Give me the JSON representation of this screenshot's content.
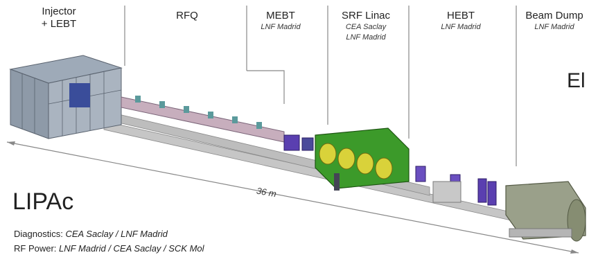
{
  "sections": [
    {
      "title_line1": "Injector",
      "title_line2": "+ LEBT",
      "sub1": "",
      "sub2": ""
    },
    {
      "title_line1": "RFQ",
      "title_line2": "",
      "sub1": "",
      "sub2": ""
    },
    {
      "title_line1": "MEBT",
      "title_line2": "",
      "sub1": "LNF Madrid",
      "sub2": ""
    },
    {
      "title_line1": "SRF Linac",
      "title_line2": "",
      "sub1": "CEA Saclay",
      "sub2": "LNF Madrid"
    },
    {
      "title_line1": "HEBT",
      "title_line2": "",
      "sub1": "LNF Madrid",
      "sub2": ""
    },
    {
      "title_line1": "Beam Dump",
      "title_line2": "",
      "sub1": "LNF Madrid",
      "sub2": ""
    }
  ],
  "length_label": "36 m",
  "facility_name": "LIPAc",
  "diagnostics": {
    "label": "Diagnostics:",
    "value": "CEA Saclay / LNF Madrid"
  },
  "rf_power": {
    "label": "RF Power:",
    "value": "LNF Madrid / CEA Saclay / SCK Mol"
  },
  "edge_text": "El",
  "colors": {
    "frame": "#6d7a8a",
    "rfq": "#b9a0b5",
    "srf": "#3c9a2a",
    "srf_disk": "#d9d23a",
    "magnet": "#5a3fb0",
    "dump": "#9aa08a",
    "support": "#a6a6a6"
  }
}
